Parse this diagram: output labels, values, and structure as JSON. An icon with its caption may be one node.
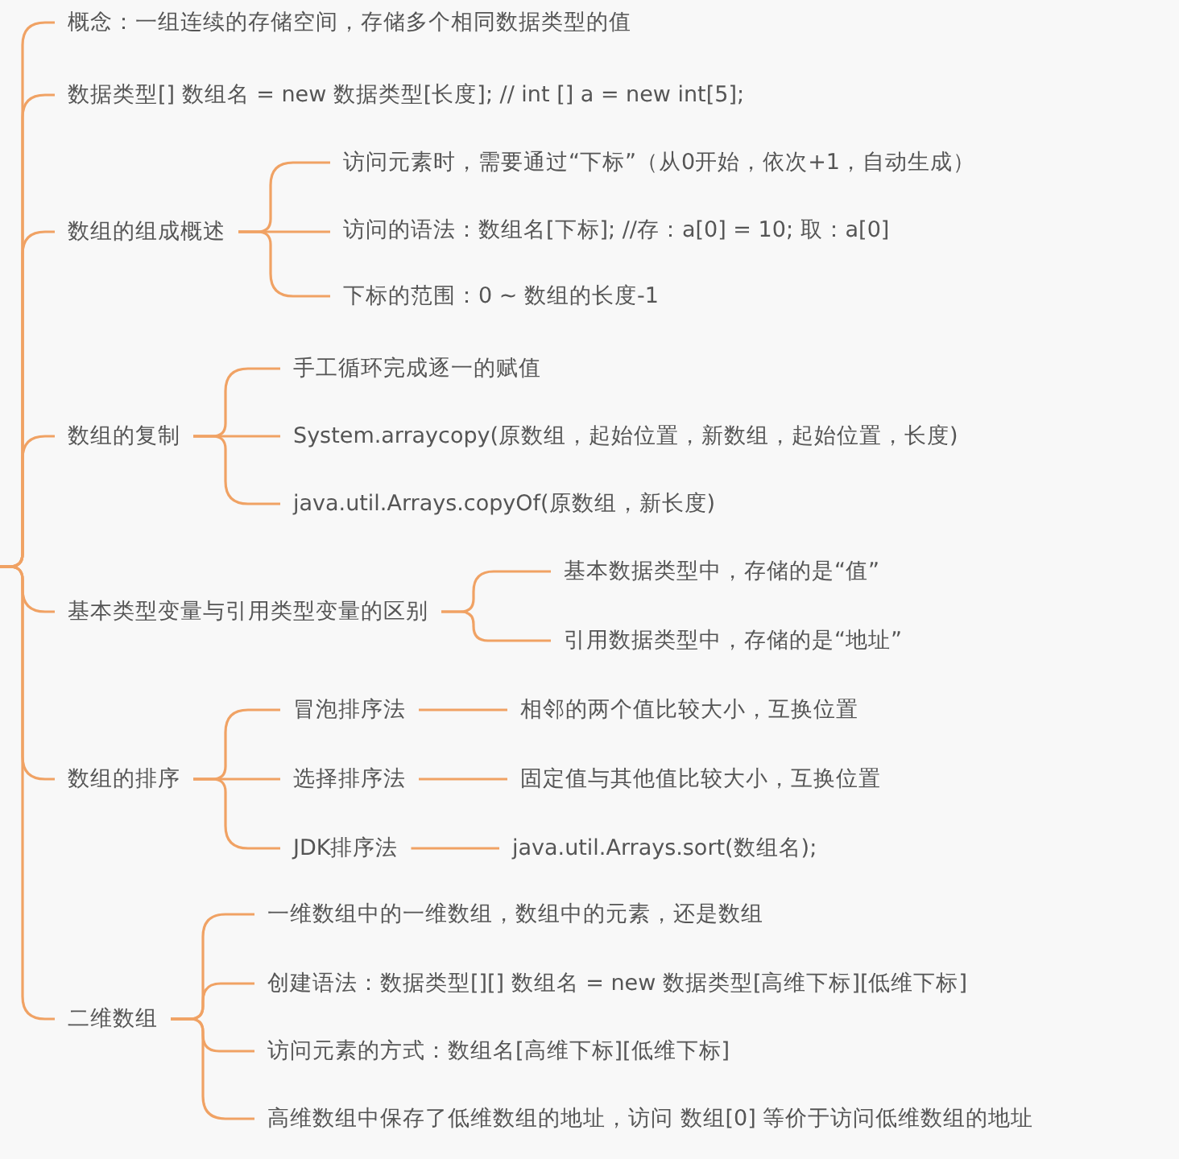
{
  "diagram": {
    "nodes": [
      {
        "text": [
          "概念：一组连续的存储空间，存储多个相同数据类型的值"
        ]
      },
      {
        "text": [
          "数据类型[] 数组名 = new 数据类型[长度]; // int [] a = new int[5];"
        ]
      },
      {
        "text": [
          "数组的组成概述"
        ]
      },
      {
        "text": [
          "访问元素时，需要通过“下标”（从0开始，依次+1，自动生成）"
        ]
      },
      {
        "text": [
          "访问的语法：数组名[下标]; //存：a[0] = 10; 取：a[0]"
        ]
      },
      {
        "text": [
          "下标的范围：0 ~ 数组的长度-1"
        ]
      },
      {
        "text": [
          "数组的复制"
        ]
      },
      {
        "text": [
          "手工循环完成逐一的赋值"
        ]
      },
      {
        "text": [
          "System.arraycopy(原数组，起始位置，新数组，起始位置，长度)"
        ]
      },
      {
        "text": [
          "java.util.Arrays.copyOf(原数组，新长度)"
        ]
      },
      {
        "text": [
          "基本类型变量与引用类型变量的区别"
        ]
      },
      {
        "text": [
          "基本数据类型中，存储的是“值”"
        ]
      },
      {
        "text": [
          "引用数据类型中，存储的是“地址”"
        ]
      },
      {
        "text": [
          "数组的排序"
        ]
      },
      {
        "text": [
          "冒泡排序法"
        ]
      },
      {
        "text": [
          "相邻的两个值比较大小，互换位置"
        ]
      },
      {
        "text": [
          "选择排序法"
        ]
      },
      {
        "text": [
          "固定值与其他值比较大小，互换位置"
        ]
      },
      {
        "text": [
          "JDK排序法"
        ]
      },
      {
        "text": [
          "java.util.Arrays.sort(数组名);"
        ]
      },
      {
        "text": [
          "二维数组"
        ]
      },
      {
        "text": [
          "一维数组中的一维数组，数组中的元素，还是数组"
        ]
      },
      {
        "text": [
          "创建语法：数据类型[][] 数组名 = new 数据类型[高维下标][低维下标]"
        ]
      },
      {
        "text": [
          "访问元素的方式：数组名[高维下标][低维下标]"
        ]
      },
      {
        "text": [
          "高维数组中保存了低维数组的地址，访问 数组[0] 等价于访问低维数组的地址"
        ]
      }
    ],
    "edges": [
      {
        "from": null,
        "to": 0,
        "arrow": "none"
      },
      {
        "from": null,
        "to": 1,
        "arrow": "none"
      },
      {
        "from": null,
        "to": 2,
        "arrow": "none"
      },
      {
        "from": null,
        "to": 6,
        "arrow": "none"
      },
      {
        "from": null,
        "to": 10,
        "arrow": "none"
      },
      {
        "from": null,
        "to": 13,
        "arrow": "none"
      },
      {
        "from": null,
        "to": 20,
        "arrow": "none"
      },
      {
        "from": 2,
        "to": 3,
        "arrow": "none"
      },
      {
        "from": 2,
        "to": 4,
        "arrow": "none"
      },
      {
        "from": 2,
        "to": 5,
        "arrow": "none"
      },
      {
        "from": 6,
        "to": 7,
        "arrow": "none"
      },
      {
        "from": 6,
        "to": 8,
        "arrow": "none"
      },
      {
        "from": 6,
        "to": 9,
        "arrow": "none"
      },
      {
        "from": 10,
        "to": 11,
        "arrow": "none"
      },
      {
        "from": 10,
        "to": 12,
        "arrow": "none"
      },
      {
        "from": 13,
        "to": 14,
        "arrow": "none"
      },
      {
        "from": 13,
        "to": 16,
        "arrow": "none"
      },
      {
        "from": 13,
        "to": 18,
        "arrow": "none"
      },
      {
        "from": 14,
        "to": 15,
        "arrow": "none"
      },
      {
        "from": 16,
        "to": 17,
        "arrow": "none"
      },
      {
        "from": 18,
        "to": 19,
        "arrow": "none"
      },
      {
        "from": 20,
        "to": 21,
        "arrow": "none"
      },
      {
        "from": 20,
        "to": 22,
        "arrow": "none"
      },
      {
        "from": 20,
        "to": 23,
        "arrow": "none"
      },
      {
        "from": 20,
        "to": 24,
        "arrow": "none"
      }
    ]
  }
}
